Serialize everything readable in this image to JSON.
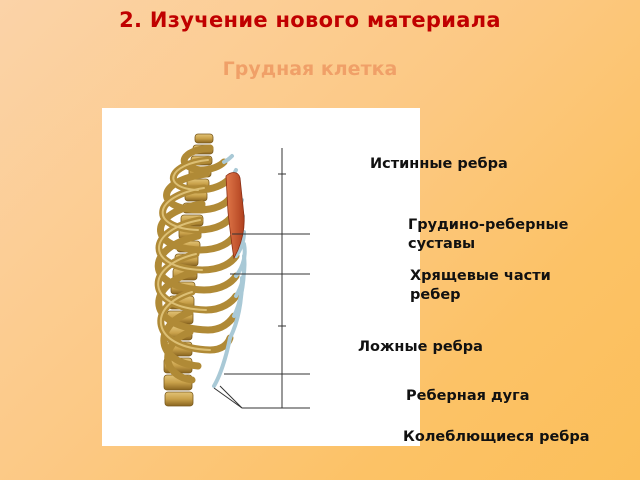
{
  "header": {
    "title": "2. Изучение нового материала",
    "subtitle": "Грудная клетка"
  },
  "figure": {
    "labels": {
      "true_ribs": "Истинные ребра",
      "sternocostal_joints": "Грудино-реберные суставы",
      "costal_cartilages": "Хрящевые части ребер",
      "false_ribs": "Ложные ребра",
      "costal_arch": "Реберная дуга",
      "floating_ribs": "Колеблющиеся ребра"
    }
  },
  "colors": {
    "title": "#c00000",
    "subtitle": "#f0a068",
    "bone": "#c9a14a",
    "cartilage": "#a9c9d6",
    "sternum": "#c8502a"
  }
}
